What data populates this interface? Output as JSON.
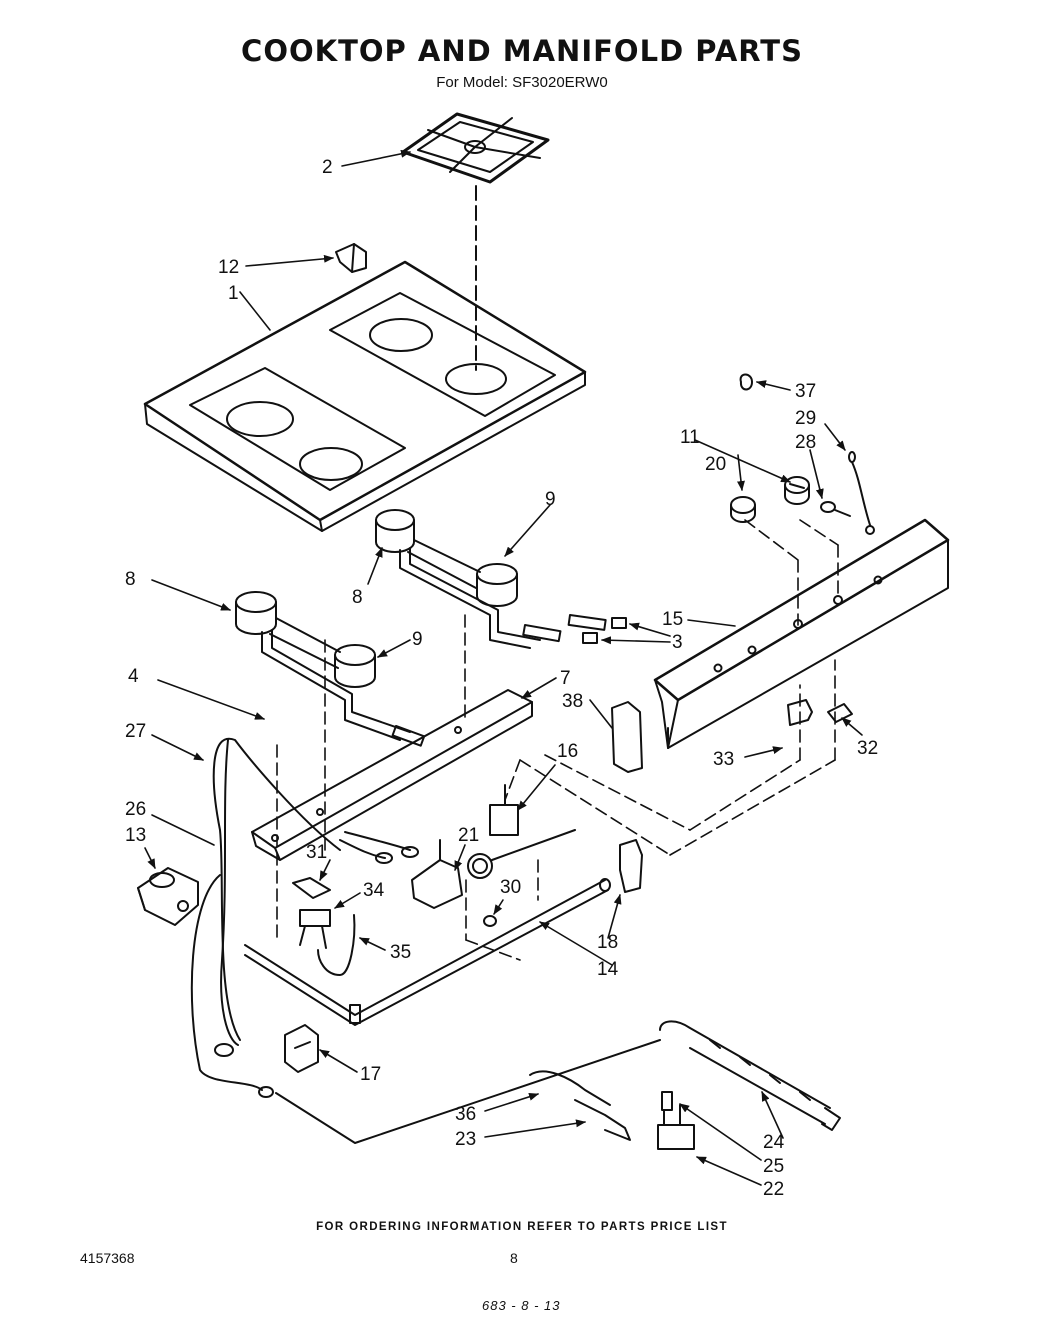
{
  "title": "COOKTOP AND MANIFOLD PARTS",
  "subtitle": "For Model: SF3020ERW0",
  "ordering_note": "FOR ORDERING INFORMATION REFER TO PARTS PRICE LIST",
  "doc_number": "4157368",
  "page_number": "8",
  "stamp": "683 - 8 - 13",
  "callouts": {
    "c1": "1",
    "c2": "2",
    "c3": "3",
    "c4": "4",
    "c7": "7",
    "c8a": "8",
    "c8b": "8",
    "c9a": "9",
    "c9b": "9",
    "c11": "11",
    "c12": "12",
    "c13": "13",
    "c14": "14",
    "c15": "15",
    "c16": "16",
    "c17": "17",
    "c18": "18",
    "c20": "20",
    "c21": "21",
    "c22": "22",
    "c23": "23",
    "c24": "24",
    "c25": "25",
    "c26": "26",
    "c27": "27",
    "c28": "28",
    "c29": "29",
    "c30": "30",
    "c31": "31",
    "c32": "32",
    "c33": "33",
    "c34": "34",
    "c35": "35",
    "c36": "36",
    "c37": "37",
    "c38": "38"
  }
}
